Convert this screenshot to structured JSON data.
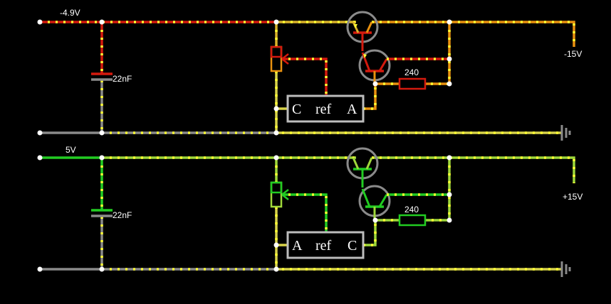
{
  "colors": {
    "background": "#000000",
    "negative_rail": "#d41a0e",
    "negative_hot": "#e9910f",
    "positive_rail": "#22cc22",
    "positive_light": "#9fd83a",
    "ground": "#8a8a8a",
    "mid": "#d8d34a",
    "current_dots": "#ffff33",
    "node": "#ffffff",
    "transistor_ring": "#8a8a8a",
    "ic_box": "#bdbdbd"
  },
  "top_circuit": {
    "input_voltage": "-4.9V",
    "capacitor": "22nF",
    "resistor": "240",
    "output_voltage": "-15V",
    "regulator_pins": [
      "C",
      "ref",
      "A"
    ]
  },
  "bottom_circuit": {
    "input_voltage": "5V",
    "capacitor": "22nF",
    "resistor": "240",
    "output_voltage": "+15V",
    "regulator_pins": [
      "A",
      "ref",
      "C"
    ]
  },
  "icons": [
    "capacitor-icon",
    "transistor-icon",
    "resistor-icon",
    "potentiometer-icon",
    "ground-icon",
    "voltage-regulator-icon"
  ]
}
